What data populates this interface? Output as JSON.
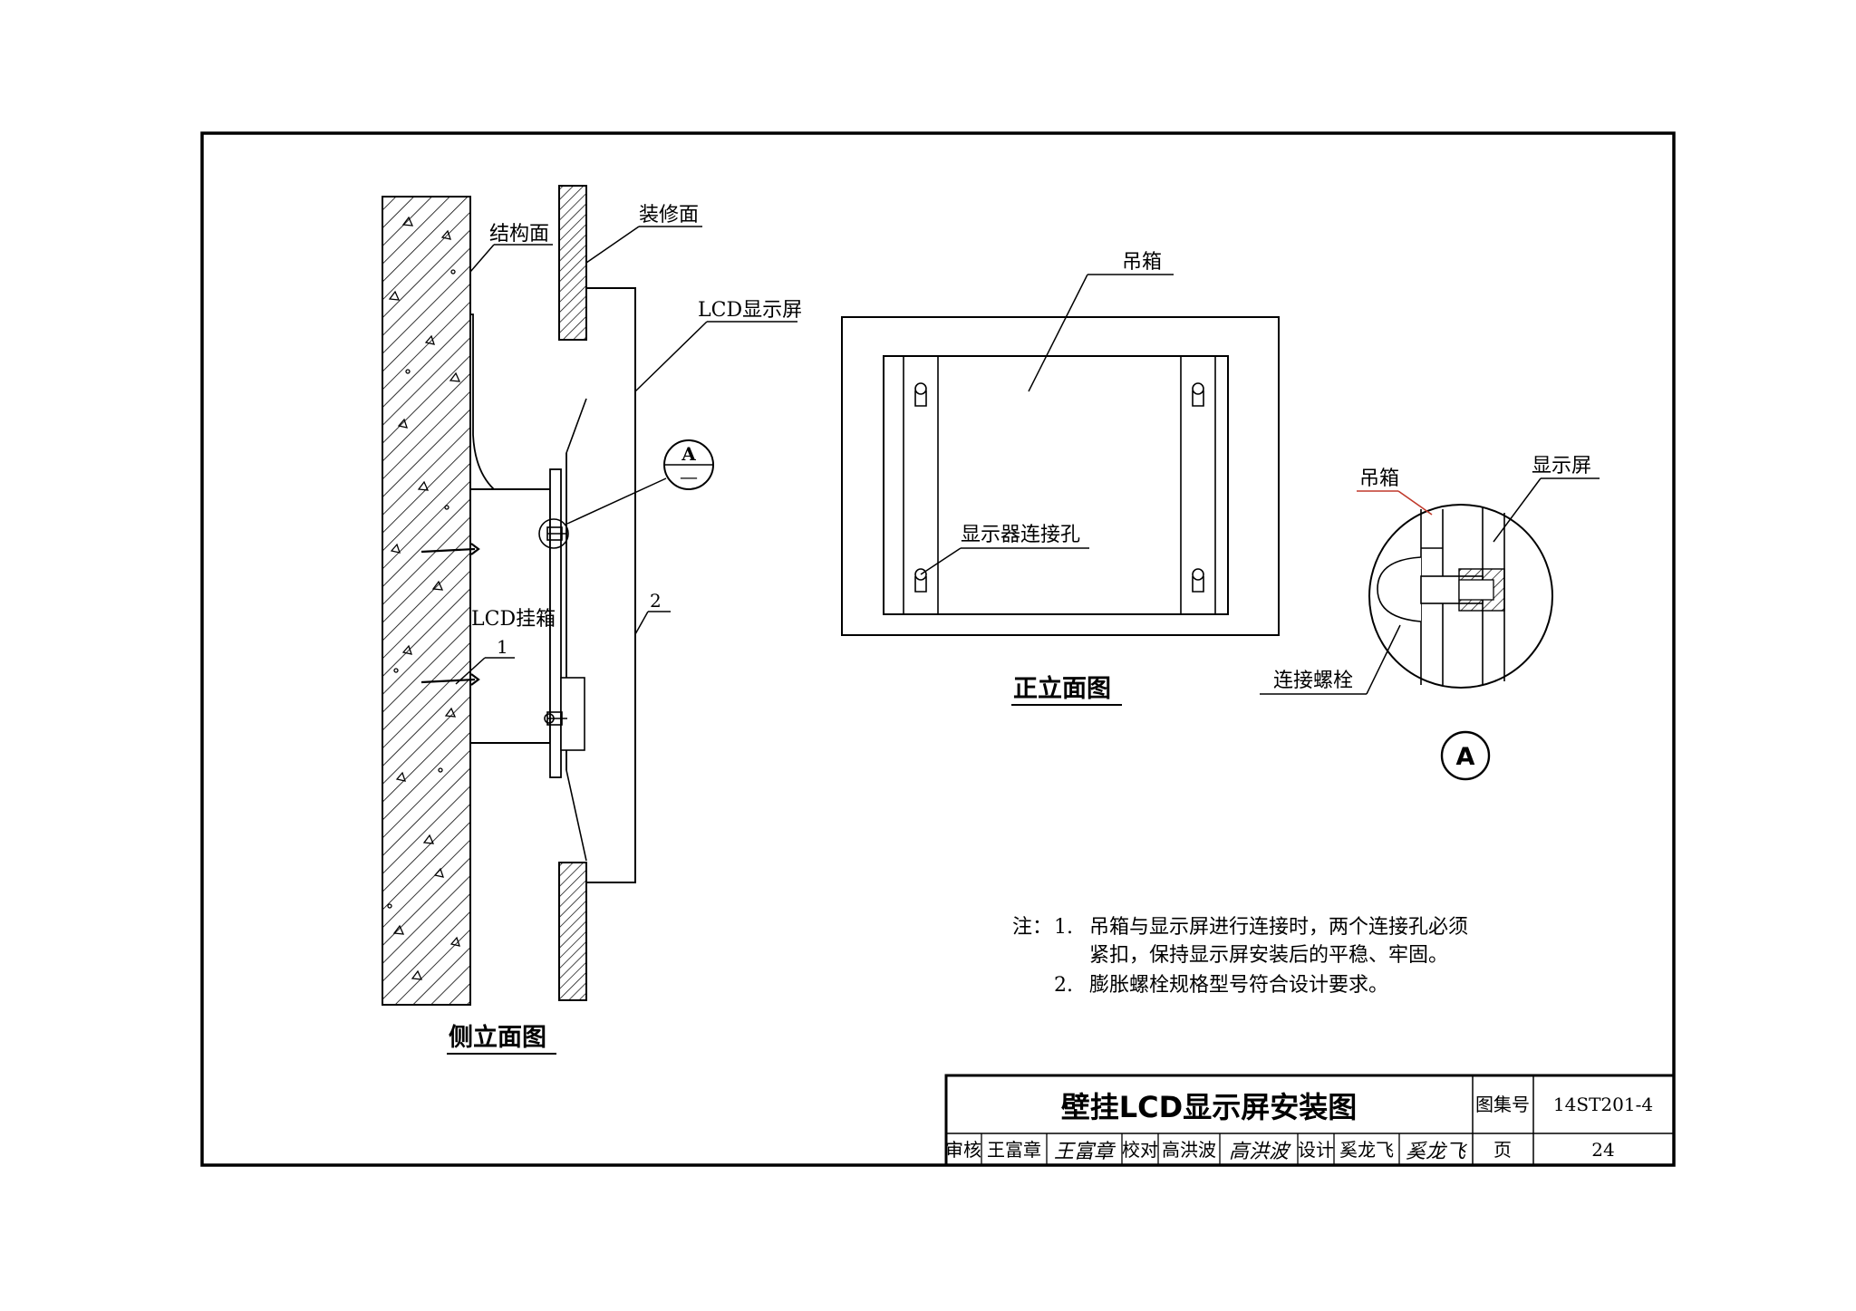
{
  "side_view": {
    "title": "侧立面图",
    "labels": {
      "structure_surface": "结构面",
      "finish_surface": "装修面",
      "lcd_screen": "LCD显示屏",
      "lcd_box": "LCD挂箱",
      "callout_1": "1",
      "callout_2": "2",
      "detail_ref_letter": "A",
      "detail_ref_sheet": "—"
    }
  },
  "front_view": {
    "title": "正立面图",
    "labels": {
      "hanging_box": "吊箱",
      "connection_holes": "显示器连接孔"
    }
  },
  "detail_a": {
    "labels": {
      "hanging_box": "吊箱",
      "screen": "显示屏",
      "bolt": "连接螺栓"
    },
    "tag": "A"
  },
  "notes": {
    "prefix": "注：",
    "items": [
      {
        "num": "1.",
        "lines": [
          "吊箱与显示屏进行连接时，两个连接孔必须",
          "紧扣，保持显示屏安装后的平稳、牢固。"
        ]
      },
      {
        "num": "2.",
        "lines": [
          "膨胀螺栓规格型号符合设计要求。"
        ]
      }
    ]
  },
  "title_block": {
    "drawing_title": "壁挂LCD显示屏安装图",
    "atlas_label": "图集号",
    "atlas_number": "14ST201-4",
    "page_label": "页",
    "page_number": "24",
    "review_label": "审核",
    "reviewer": "王富章",
    "reviewer_sign": "王富章",
    "check_label": "校对",
    "checker": "高洪波",
    "checker_sign": "高洪波",
    "design_label": "设计",
    "designer": "奚龙飞",
    "designer_sign": "奚龙飞"
  }
}
